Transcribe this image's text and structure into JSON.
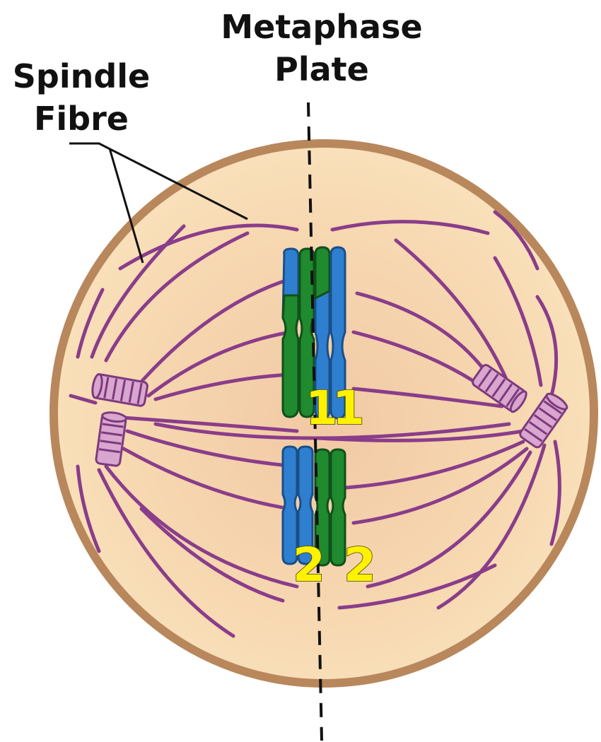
{
  "labels": {
    "spindle_line1": "Spindle",
    "spindle_line2": "Fibre",
    "metaphase_line1": "Metaphase",
    "metaphase_line2": "Plate"
  },
  "chromosome_numbers": {
    "pair_top_left": "1",
    "pair_top_right": "1",
    "pair_bottom_left": "2",
    "pair_bottom_right": "2"
  },
  "colors": {
    "cell_membrane": "#b9875c",
    "cytoplasm": "#f6d9b0",
    "spindle_fibre": "#8a3d8a",
    "centriole": "#d8a6cf",
    "chromosome_blue": "#2f7fd0",
    "chromosome_green": "#1f8a2e",
    "number_label": "#fff200",
    "metaphase_line": "#111111"
  }
}
